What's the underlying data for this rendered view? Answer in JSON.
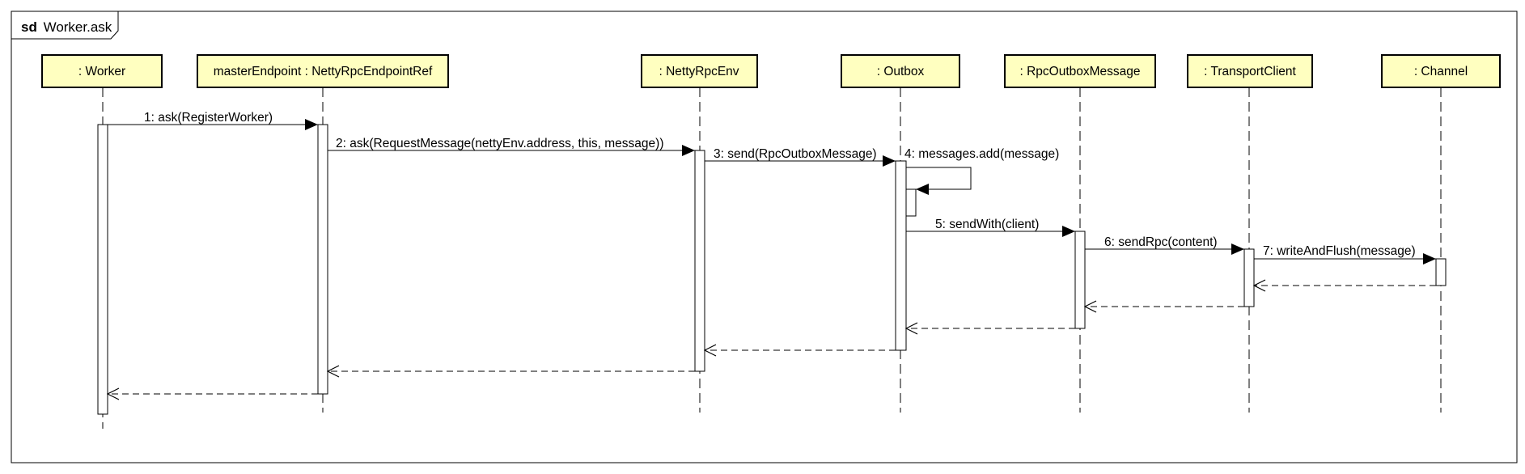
{
  "frame": {
    "keyword": "sd",
    "name": "Worker.ask"
  },
  "lifelines": [
    {
      "id": "worker",
      "label": ": Worker"
    },
    {
      "id": "master",
      "label": "masterEndpoint : NettyRpcEndpointRef"
    },
    {
      "id": "env",
      "label": ": NettyRpcEnv"
    },
    {
      "id": "outbox",
      "label": ": Outbox"
    },
    {
      "id": "rpcmsg",
      "label": ": RpcOutboxMessage"
    },
    {
      "id": "client",
      "label": ": TransportClient"
    },
    {
      "id": "channel",
      "label": ": Channel"
    }
  ],
  "messages": [
    {
      "label": "1: ask(RegisterWorker)"
    },
    {
      "label": "2: ask(RequestMessage(nettyEnv.address, this, message))"
    },
    {
      "label": "3: send(RpcOutboxMessage)"
    },
    {
      "label": "4: messages.add(message)"
    },
    {
      "label": "5: sendWith(client)"
    },
    {
      "label": "6: sendRpc(content)"
    },
    {
      "label": "7: writeAndFlush(message)"
    }
  ],
  "colors": {
    "participant_fill": "#ffffc0",
    "stroke": "#000000",
    "activation_fill": "#ffffff"
  }
}
